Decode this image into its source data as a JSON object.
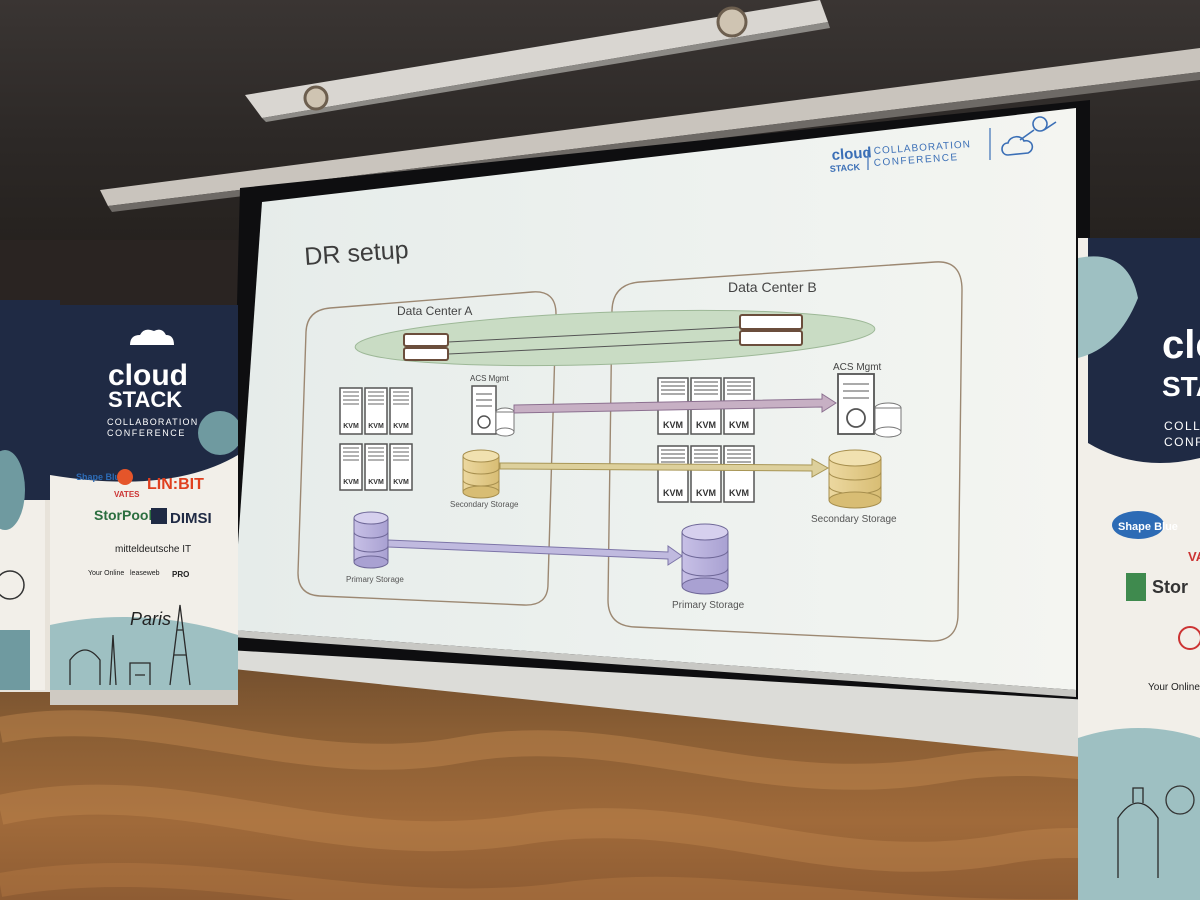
{
  "slide": {
    "title": "DR setup",
    "header_logo": {
      "brand_top": "cloud",
      "brand_bottom": "STACK",
      "line1": "COLLABORATION",
      "line2": "CONFERENCE"
    },
    "data_center_a": {
      "label": "Data Center A",
      "acs_label": "ACS Mgmt",
      "kvm_label": "KVM",
      "secondary_storage_label": "Secondary Storage",
      "primary_storage_label": "Primary Storage"
    },
    "data_center_b": {
      "label": "Data Center B",
      "acs_label": "ACS Mgmt",
      "kvm_label": "KVM",
      "secondary_storage_label": "Secondary Storage",
      "primary_storage_label": "Primary Storage"
    }
  },
  "banner_left": {
    "brand_top": "cloud",
    "brand_bottom": "STACK",
    "line1": "COLLABORATION",
    "line2": "CONFERENCE",
    "sponsors": [
      "Shape Blue",
      "VATES",
      "LIN:BIT",
      "StorPool",
      "DIMSI",
      "mitteldeutsche IT",
      "Your Online",
      "leaseweb",
      "PRO"
    ],
    "city_script": "Paris"
  },
  "banner_right": {
    "brand_top": "clou",
    "brand_bottom": "STAC",
    "line1": "COLLA",
    "line2": "CONF",
    "sponsors": [
      "Shape Blue",
      "VA",
      "Stor",
      "Your Online"
    ]
  },
  "colors": {
    "slide_bg": "#eef2ef",
    "dc_border": "#9c8872",
    "network_ellipse": "#c9dcc4",
    "arrow_mgmt": "#c7b0c4",
    "arrow_secondary": "#ddd09c",
    "arrow_primary": "#c0badf",
    "banner_navy": "#1f2a44",
    "banner_teal": "#6f9aa0"
  }
}
